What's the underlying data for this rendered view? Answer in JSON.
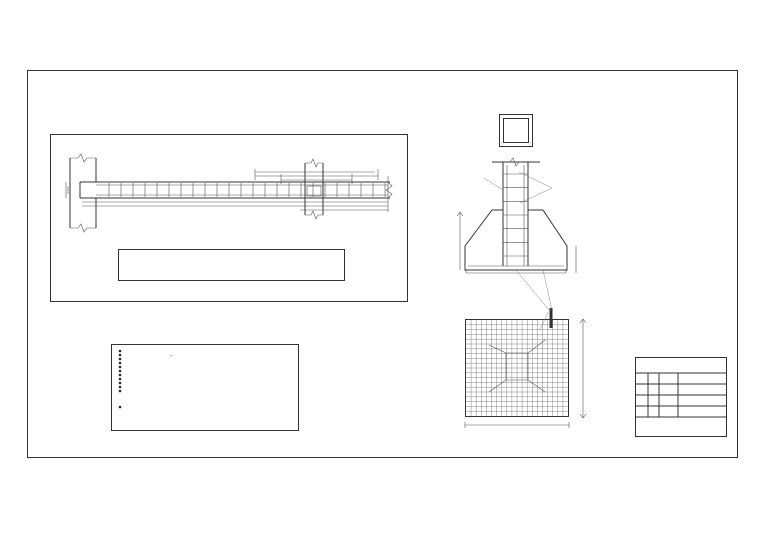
{
  "drawing": {
    "colors": {
      "line": "#333333",
      "paper": "#ffffff"
    },
    "notes": {
      "bullet_count": 11,
      "lone_bullet_count": 1,
      "mark": "-"
    },
    "plan": {
      "grid_lines_each_way": 20
    },
    "beam": {
      "stirrup_count": 24
    },
    "column": {
      "stirrup_count": 7
    },
    "title_block": {
      "rows": 6
    }
  }
}
